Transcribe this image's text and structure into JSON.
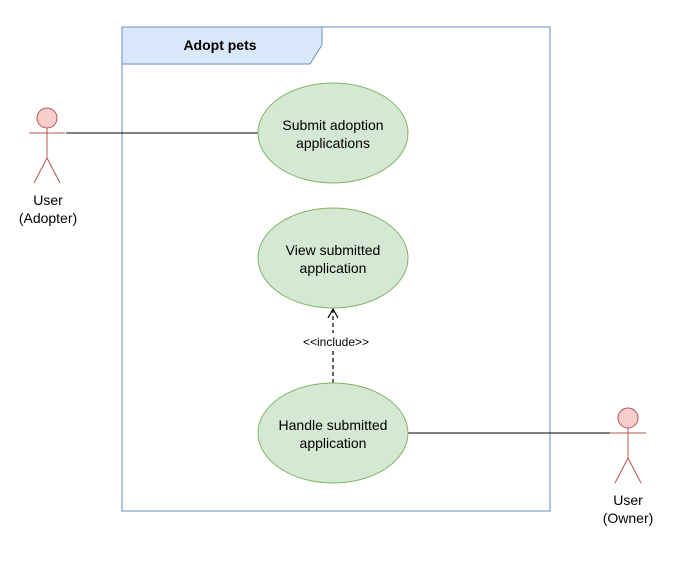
{
  "system": {
    "title": "Adopt pets"
  },
  "actors": {
    "adopter": {
      "line1": "User",
      "line2": "(Adopter)"
    },
    "owner": {
      "line1": "User",
      "line2": "(Owner)"
    }
  },
  "use_cases": {
    "submit": {
      "line1": "Submit adoption",
      "line2": "applications"
    },
    "view": {
      "line1": "View submitted",
      "line2": "application"
    },
    "handle": {
      "line1": "Handle submitted",
      "line2": "application"
    }
  },
  "relations": {
    "include_label": "<<include>>"
  },
  "colors": {
    "frame_stroke": "#6c8ebf",
    "frame_tab_fill": "#dae8fc",
    "usecase_fill": "#d5e8d4",
    "usecase_stroke": "#82b366",
    "actor_fill": "#f8cecc",
    "actor_stroke": "#b85450",
    "line": "#000000"
  }
}
